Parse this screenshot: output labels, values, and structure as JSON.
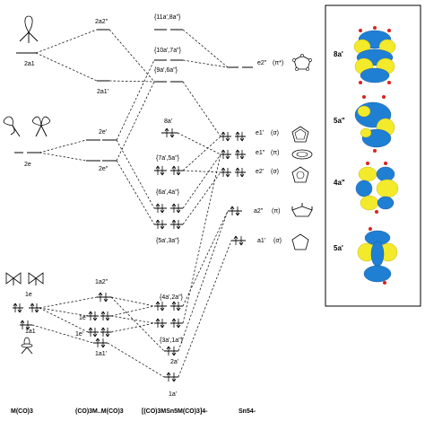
{
  "columns": {
    "mco3": "M(CO)3",
    "dimer": "(CO)3M..M(CO)3",
    "complex": "[(CO)3MSn5M(CO)3]4-",
    "sn5": "Sn54-"
  },
  "mco3_levels": {
    "a1_top": "2a1",
    "e": "2e",
    "e_low": "1e",
    "a1_low": "1a1"
  },
  "dimer_levels": {
    "a2pp_top": "2a2\"",
    "a1p_top": "2a1'",
    "ep": "2e'",
    "epp": "2e\"",
    "a2pp_low": "1a2\"",
    "epp_low": "1e\"",
    "ep_low": "1e'",
    "a1p_low": "1a1'"
  },
  "complex_levels": {
    "g1": "{11a',8a\"}",
    "g2": "{10a',7a\"}",
    "g3": "{9a',6a\"}",
    "a8": "8a'",
    "g4": "{7a',5a\"}",
    "g5": "{6a',4a\"}",
    "g6": "{5a',3a\"}",
    "g7": "{4a',2a\"}",
    "g8": "{3a',1a\"}",
    "a2": "2a'",
    "a1": "1a'"
  },
  "sn5_levels": {
    "e2pp": "e2\"",
    "e2pp_note": "(π*)",
    "e1p": "e1'",
    "e1p_note": "(σ)",
    "e1pp": "e1\"",
    "e1pp_note": "(π)",
    "e2p": "e2'",
    "e2p_note": "(σ)",
    "a2pp": "a2\"",
    "a2pp_note": "(π)",
    "a1p": "a1'",
    "a1p_note": "(σ)"
  },
  "orbital_panel": {
    "labels": [
      "8a'",
      "5a\"",
      "4a\"",
      "5a'"
    ]
  },
  "colors": {
    "lobe_positive": "#f2ea2a",
    "lobe_negative": "#1f7fd3",
    "line": "#000000"
  }
}
